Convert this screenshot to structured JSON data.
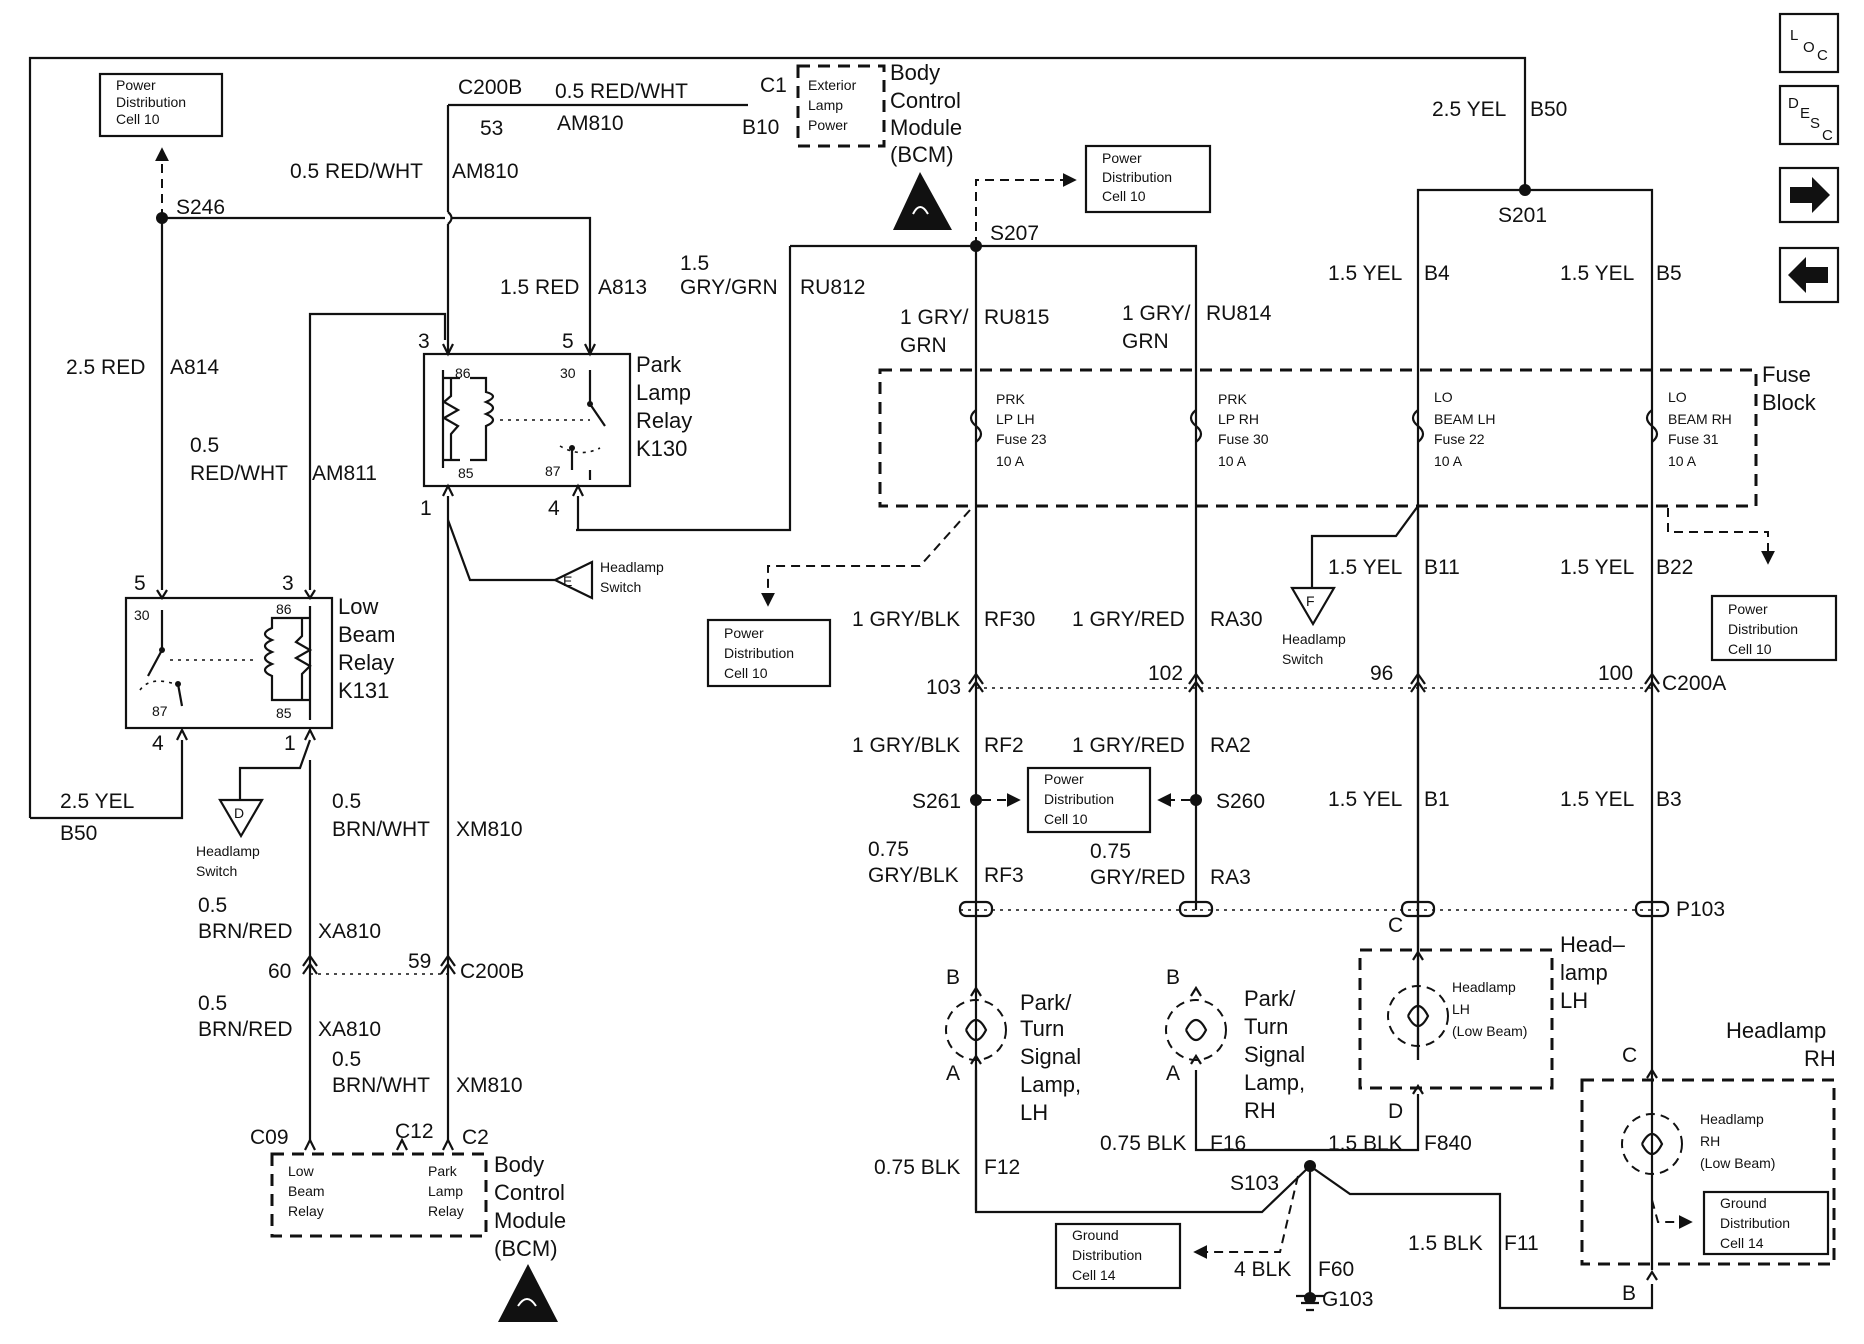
{
  "nav": {
    "loc_l": "L",
    "loc_o": "O",
    "loc_c": "C",
    "desc_d": "D",
    "desc_e": "E",
    "desc_s": "S",
    "desc_c": "C",
    "next_icon": "right-arrow-icon",
    "prev_icon": "left-arrow-icon"
  },
  "boxes": {
    "pd": [
      "Power",
      "Distribution",
      "Cell 10"
    ],
    "gd": [
      "Ground",
      "Distribution",
      "Cell 14"
    ]
  },
  "bcm_top": {
    "inner": [
      "Exterior",
      "Lamp",
      "Power"
    ],
    "name": [
      "Body",
      "Control",
      "Module",
      "(BCM)"
    ],
    "c1": "C1",
    "b10": "B10"
  },
  "bcm_bottom": {
    "low": [
      "Low",
      "Beam",
      "Relay"
    ],
    "park": [
      "Park",
      "Lamp",
      "Relay"
    ],
    "name": [
      "Body",
      "Control",
      "Module",
      "(BCM)"
    ],
    "c09": "C09",
    "c12": "C12",
    "c2": "C2"
  },
  "park_relay": {
    "name": [
      "Park",
      "Lamp",
      "Relay",
      "K130"
    ],
    "p86": "86",
    "p85": "85",
    "p30": "30",
    "p87": "87",
    "pin3": "3",
    "pin5": "5",
    "pin1": "1",
    "pin4": "4"
  },
  "low_relay": {
    "name": [
      "Low",
      "Beam",
      "Relay",
      "K131"
    ],
    "p30": "30",
    "p86": "86",
    "p87": "87",
    "p85": "85",
    "pin5": "5",
    "pin3": "3",
    "pin4": "4",
    "pin1": "1"
  },
  "switch": {
    "e": "E",
    "d": "D",
    "f": "F",
    "label": [
      "Headlamp",
      "Switch"
    ]
  },
  "wires": {
    "c200b_top": "C200B",
    "pin53": "53",
    "red_wht_top": "0.5 RED/WHT",
    "am810_top": "AM810",
    "red_wht_left": "0.5 RED/WHT",
    "am810_left": "AM810",
    "s246": "S246",
    "red_15": "1.5 RED",
    "a813": "A813",
    "gry_grn_15a": "1.5",
    "gry_grn_15b": "GRY/GRN",
    "ru812": "RU812",
    "red_25": "2.5 RED",
    "a814": "A814",
    "red_wht_05a": "0.5",
    "red_wht_05b": "RED/WHT",
    "am811": "AM811",
    "yel_25_left": "2.5 YEL",
    "b50_left": "B50",
    "brn_wht_05a": "0.5",
    "brn_wht_05b": "BRN/WHT",
    "xm810": "XM810",
    "brn_red_05a": "0.5",
    "brn_red_05b": "BRN/RED",
    "xa810": "XA810",
    "pin60": "60",
    "pin59": "59",
    "c200b_mid": "C200B",
    "brn_red_05c": "0.5",
    "brn_red_05d": "BRN/RED",
    "xa810_b": "XA810",
    "brn_wht_05c": "0.5",
    "brn_wht_05d": "BRN/WHT",
    "xm810_b": "XM810",
    "s207": "S207",
    "gry_grn_1a": "1 GRY/",
    "gry_grn_1b": "GRN",
    "ru815": "RU815",
    "gry_grn_1c": "1 GRY/",
    "gry_grn_1d": "GRN",
    "ru814": "RU814",
    "yel_25_top": "2.5 YEL",
    "b50_top": "B50",
    "s201": "S201",
    "yel_15_b4": "1.5 YEL",
    "b4": "B4",
    "yel_15_b5": "1.5 YEL",
    "b5": "B5",
    "gry_blk_rf30": "1 GRY/BLK",
    "rf30": "RF30",
    "gry_red_ra30": "1 GRY/RED",
    "ra30": "RA30",
    "yel_15_b11": "1.5 YEL",
    "b11": "B11",
    "yel_15_b22": "1.5 YEL",
    "b22": "B22",
    "p103": "103",
    "p102": "102",
    "p96": "96",
    "p100": "100",
    "c200a": "C200A",
    "gry_blk_rf2": "1 GRY/BLK",
    "rf2": "RF2",
    "gry_red_ra2": "1 GRY/RED",
    "ra2": "RA2",
    "s261": "S261",
    "s260": "S260",
    "yel_15_b1": "1.5 YEL",
    "b1": "B1",
    "yel_15_b3": "1.5 YEL",
    "b3": "B3",
    "g075a": "0.75",
    "g075b": "GRY/BLK",
    "rf3": "RF3",
    "g075c": "0.75",
    "g075d": "GRY/RED",
    "ra3": "RA3",
    "p103c": "P103",
    "blk_075_f12": "0.75 BLK",
    "f12": "F12",
    "blk_075_f16": "0.75 BLK",
    "f16": "F16",
    "blk_15_f840": "1.5 BLK",
    "f840": "F840",
    "s103": "S103",
    "blk_15_f11": "1.5 BLK",
    "f11": "F11",
    "blk_4": "4 BLK",
    "f60": "F60",
    "g103": "G103"
  },
  "fuse_block": {
    "name": [
      "Fuse",
      "Block"
    ],
    "f1": [
      "PRK",
      "LP LH",
      "Fuse 23",
      "10 A"
    ],
    "f2": [
      "PRK",
      "LP RH",
      "Fuse 30",
      "10 A"
    ],
    "f3": [
      "LO",
      "BEAM LH",
      "Fuse 22",
      "10 A"
    ],
    "f4": [
      "LO",
      "BEAM RH",
      "Fuse 31",
      "10 A"
    ]
  },
  "lamps": {
    "park_lh": [
      "Park/",
      "Turn",
      "Signal",
      "Lamp,",
      "LH"
    ],
    "park_rh": [
      "Park/",
      "Turn",
      "Signal",
      "Lamp,",
      "RH"
    ],
    "head_lh_title": [
      "Head–",
      "lamp",
      "LH"
    ],
    "head_lh_inner": [
      "Headlamp",
      "LH",
      "(Low Beam)"
    ],
    "head_rh_title": [
      "Headlamp",
      "RH"
    ],
    "head_rh_inner": [
      "Headlamp",
      "RH",
      "(Low Beam)"
    ],
    "a": "A",
    "b": "B",
    "c": "C",
    "d": "D"
  }
}
